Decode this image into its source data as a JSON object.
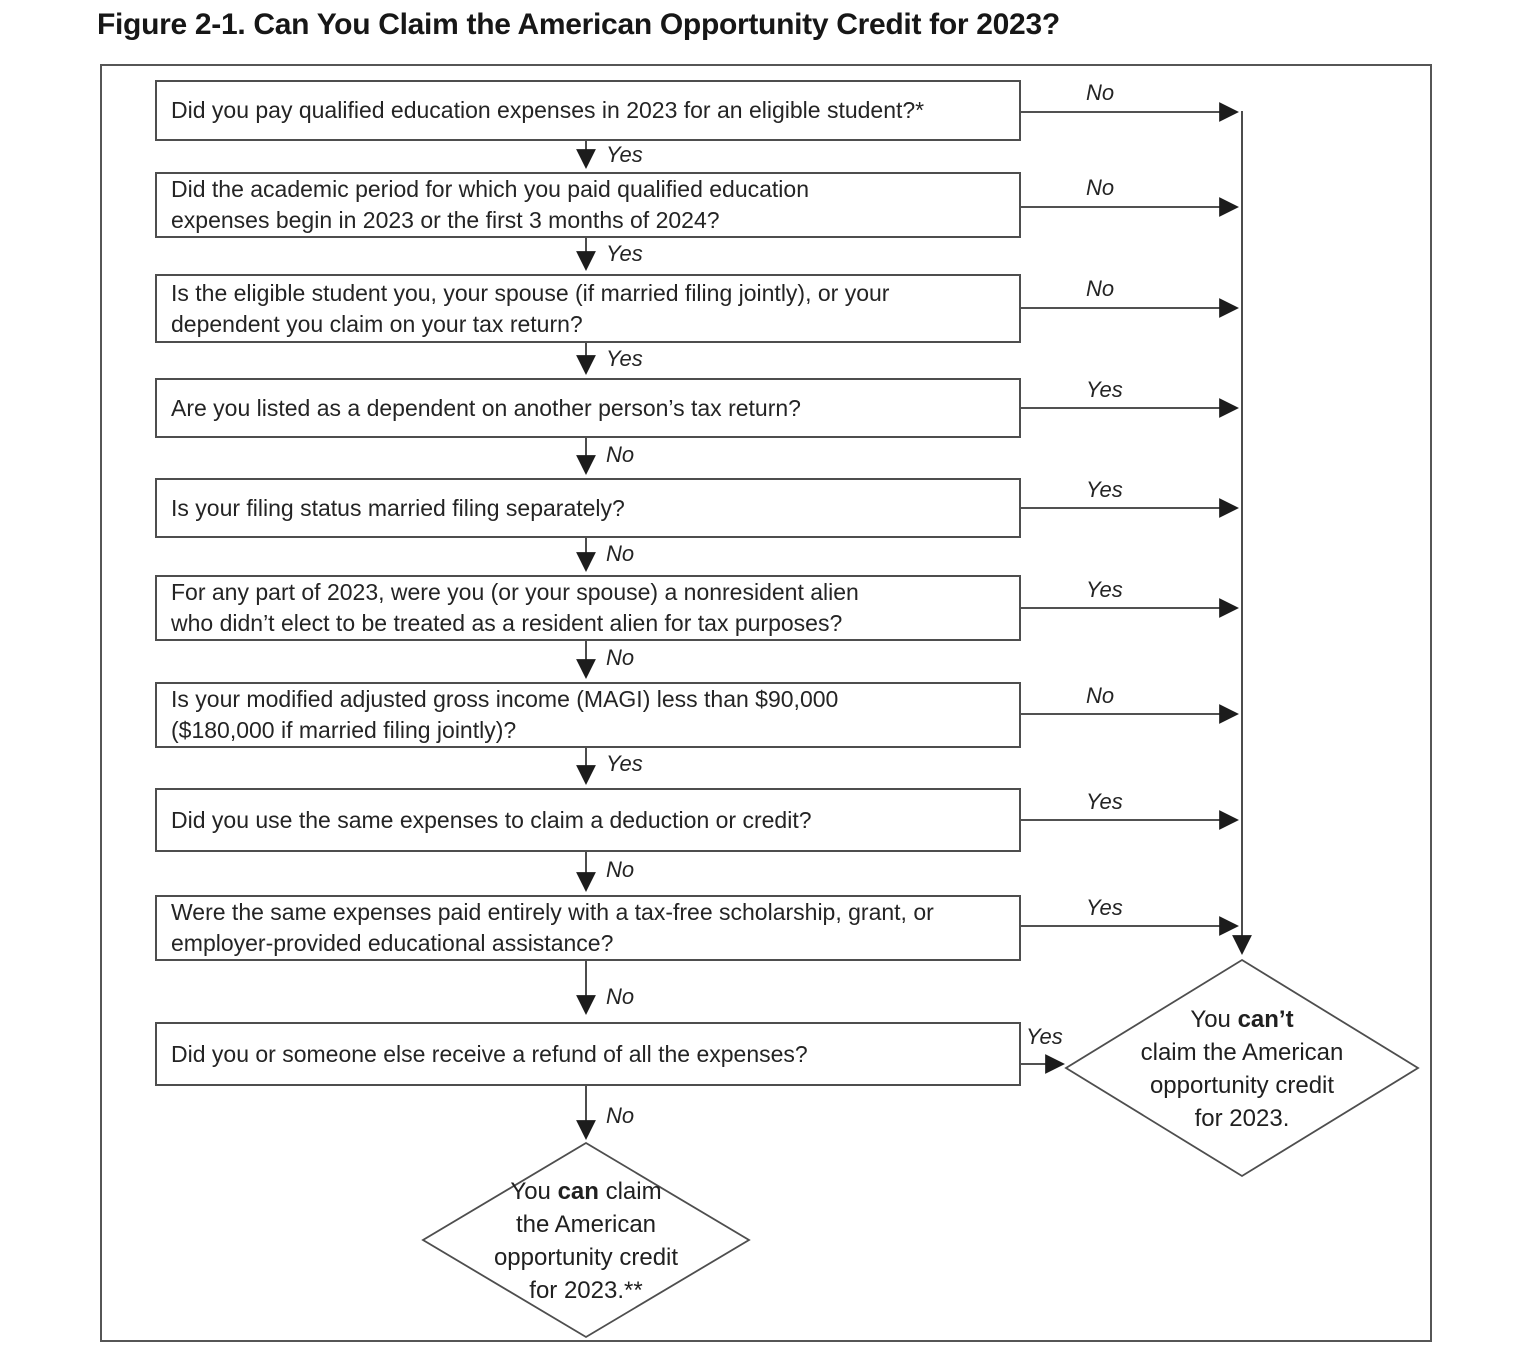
{
  "title": "Figure 2-1. Can You Claim the American Opportunity Credit for 2023?",
  "boxes": [
    {
      "text": "Did you pay qualified education expenses in 2023 for an eligible student?*",
      "down": "Yes",
      "side": "No"
    },
    {
      "text": "Did the academic period for which you paid qualified education\nexpenses begin in 2023 or the first 3 months of 2024?",
      "down": "Yes",
      "side": "No"
    },
    {
      "text": "Is the eligible student you, your spouse (if married filing jointly), or your\ndependent you claim on your tax return?",
      "down": "Yes",
      "side": "No"
    },
    {
      "text": "Are you listed as a dependent on another person’s tax return?",
      "down": "No",
      "side": "Yes"
    },
    {
      "text": "Is your filing status married filing separately?",
      "down": "No",
      "side": "Yes"
    },
    {
      "text": "For any part of 2023, were you (or your spouse) a nonresident alien\nwho didn’t elect to be treated as a resident alien for tax purposes?",
      "down": "No",
      "side": "Yes"
    },
    {
      "text": "Is your modified adjusted gross income (MAGI) less than $90,000\n($180,000 if married filing jointly)?",
      "down": "Yes",
      "side": "No"
    },
    {
      "text": "Did you use the same expenses to claim a deduction or credit?",
      "down": "No",
      "side": "Yes"
    },
    {
      "text": "Were the same expenses paid entirely with a tax-free scholarship, grant, or\nemployer-provided educational assistance?",
      "down": "No",
      "side": "Yes"
    },
    {
      "text": "Did you or someone else receive a refund of all the expenses?",
      "down": "No",
      "side": "Yes"
    }
  ],
  "outcomes": {
    "cant": {
      "prefix": "You ",
      "bold": "can’t",
      "suffix": "",
      "rest": [
        "claim the American",
        "opportunity credit",
        "for 2023."
      ]
    },
    "can": {
      "prefix": "You ",
      "bold": "can",
      "suffix": " claim",
      "rest": [
        "the American",
        "opportunity credit",
        "for 2023.**"
      ]
    }
  },
  "colors": {
    "line": "#383838",
    "arrowhead": "#1c1c1c",
    "box_border": "#4e4e4e",
    "text": "#242424"
  }
}
